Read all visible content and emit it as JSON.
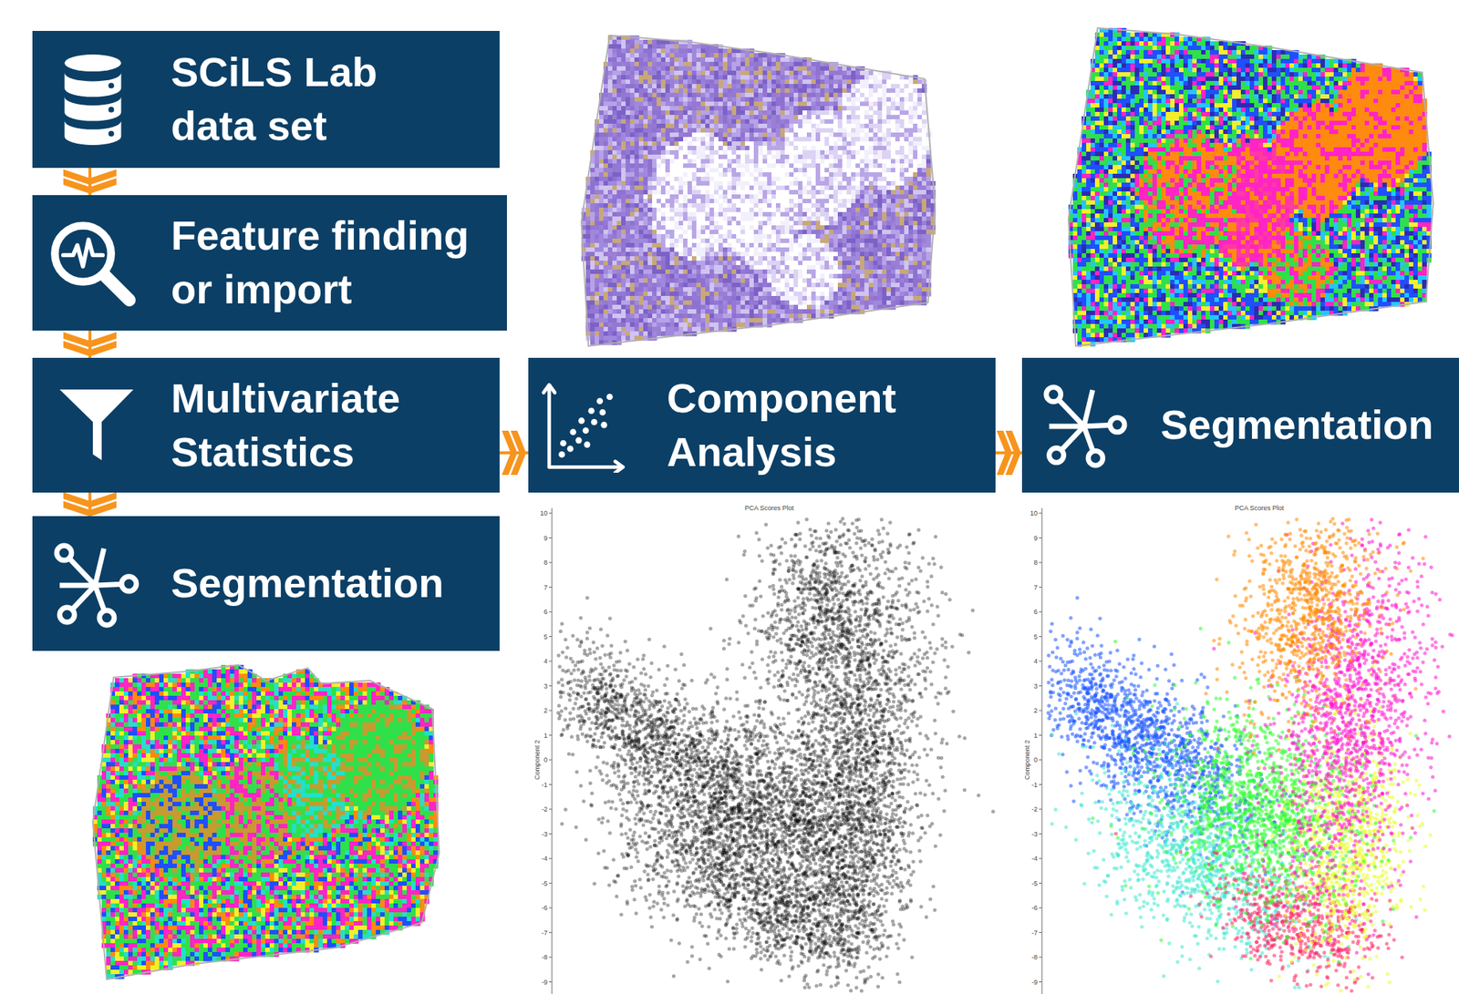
{
  "diagram": {
    "nodes": [
      {
        "text": [
          "SCiLS Lab data set"
        ]
      },
      {
        "text": [
          "Feature finding or import"
        ]
      },
      {
        "text": [
          "Multivariate Statistics"
        ]
      },
      {
        "text": [
          "Segmentation"
        ]
      },
      {
        "text": [
          "Component Analysis"
        ]
      },
      {
        "text": [
          "Segmentation"
        ]
      }
    ],
    "edges": [
      {
        "from": 0,
        "to": 1,
        "arrow": "to"
      },
      {
        "from": 1,
        "to": 2,
        "arrow": "to"
      },
      {
        "from": 2,
        "to": 3,
        "arrow": "to"
      },
      {
        "from": 2,
        "to": 4,
        "arrow": "to"
      },
      {
        "from": 4,
        "to": 5,
        "arrow": "to"
      }
    ],
    "labels": [
      "PCA Scores Plot",
      "Component 2",
      "10",
      "9",
      "8",
      "7",
      "6",
      "5",
      "4",
      "3",
      "2",
      "1",
      "0",
      "-1",
      "-2",
      "-3",
      "-4",
      "-5",
      "-6",
      "-7",
      "-8",
      "-9",
      "PCA Scores Plot",
      "Component 2",
      "10",
      "9",
      "8",
      "7",
      "6",
      "5",
      "4",
      "3",
      "2",
      "1",
      "0",
      "-1",
      "-2",
      "-3",
      "-4",
      "-5",
      "-6",
      "-7",
      "-8",
      "-9"
    ]
  }
}
